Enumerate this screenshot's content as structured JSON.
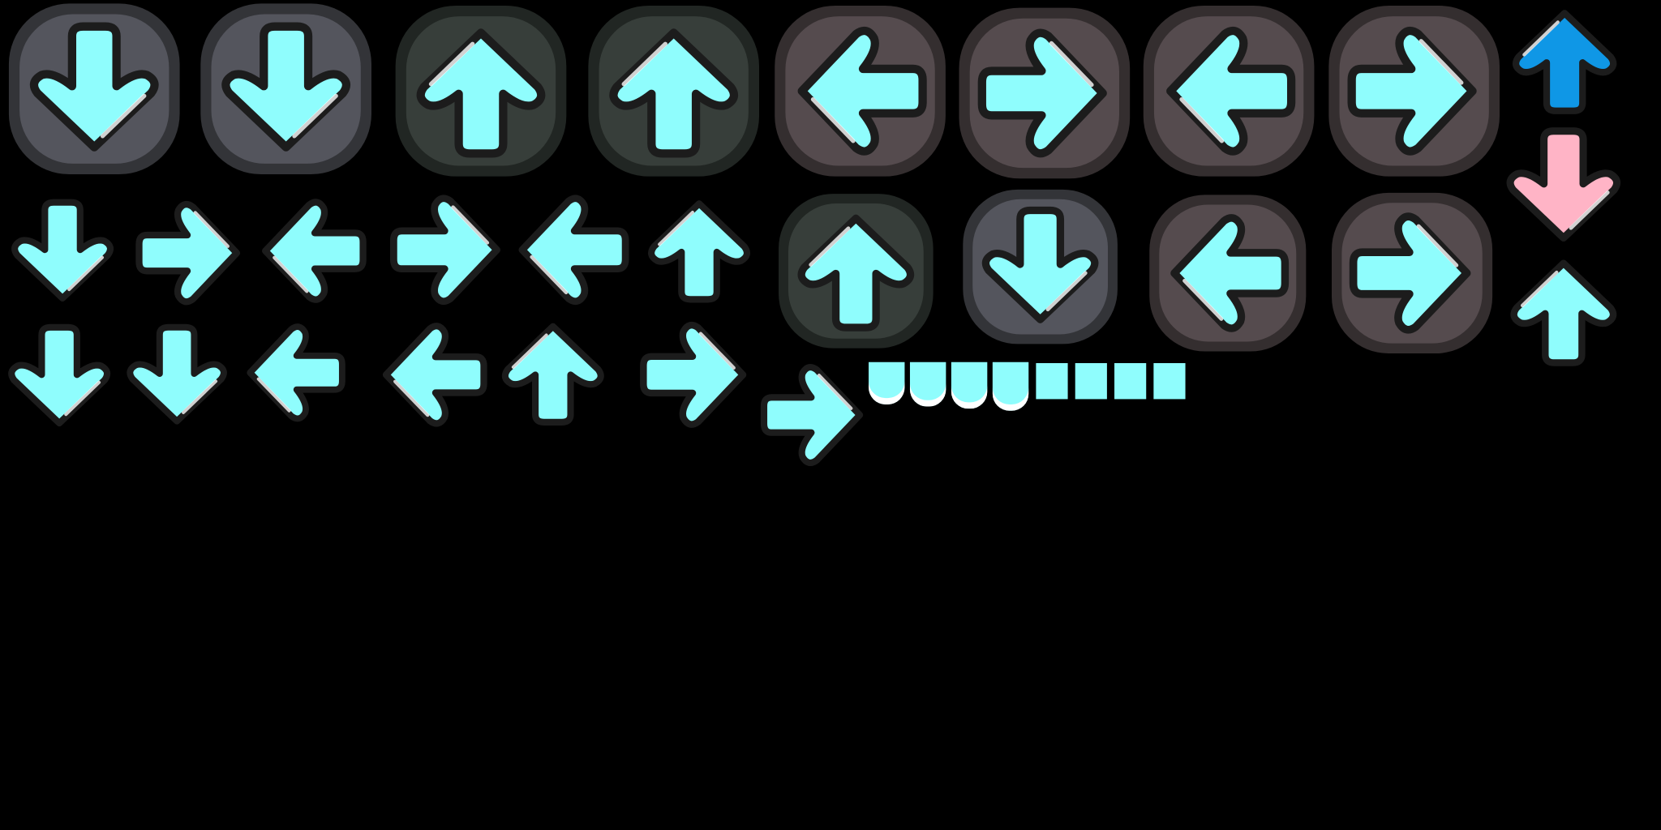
{
  "sheet": {
    "background": "#000000",
    "colors": {
      "note_fill": "#8ffdfd",
      "outline": "#1c1c1c",
      "highlight": "#ffffff",
      "glow_gray": "#5d5e66",
      "glow_green": "#3d4540",
      "glow_brown": "#5e5356",
      "blue": "#0f97e6",
      "pink": "#ffb4c6"
    },
    "sprites": [
      {
        "dir": "down",
        "variant": "glow",
        "glow": "glow_gray"
      },
      {
        "dir": "down",
        "variant": "glow",
        "glow": "glow_gray"
      },
      {
        "dir": "up",
        "variant": "glow",
        "glow": "glow_green"
      },
      {
        "dir": "up",
        "variant": "glow",
        "glow": "glow_green"
      },
      {
        "dir": "left",
        "variant": "glow",
        "glow": "glow_brown"
      },
      {
        "dir": "right",
        "variant": "glow",
        "glow": "glow_brown"
      },
      {
        "dir": "left",
        "variant": "glow",
        "glow": "glow_brown"
      },
      {
        "dir": "right",
        "variant": "glow",
        "glow": "glow_brown"
      },
      {
        "dir": "up",
        "variant": "solid",
        "fill": "blue"
      },
      {
        "dir": "down",
        "variant": "solid",
        "fill": "pink"
      },
      {
        "dir": "down",
        "variant": "plain"
      },
      {
        "dir": "right",
        "variant": "plain"
      },
      {
        "dir": "left",
        "variant": "plain"
      },
      {
        "dir": "right",
        "variant": "plain"
      },
      {
        "dir": "left",
        "variant": "plain"
      },
      {
        "dir": "up",
        "variant": "plain"
      },
      {
        "dir": "up",
        "variant": "glow",
        "glow": "glow_green"
      },
      {
        "dir": "down",
        "variant": "glow",
        "glow": "glow_gray"
      },
      {
        "dir": "left",
        "variant": "glow",
        "glow": "glow_brown"
      },
      {
        "dir": "right",
        "variant": "glow",
        "glow": "glow_brown"
      },
      {
        "dir": "up",
        "variant": "plain"
      },
      {
        "dir": "down",
        "variant": "plain"
      },
      {
        "dir": "down",
        "variant": "plain"
      },
      {
        "dir": "left",
        "variant": "plain"
      },
      {
        "dir": "left",
        "variant": "plain"
      },
      {
        "dir": "up",
        "variant": "plain"
      },
      {
        "dir": "right",
        "variant": "plain"
      },
      {
        "dir": "right",
        "variant": "plain"
      }
    ],
    "hold_tails": 4,
    "hold_pieces": 4
  }
}
